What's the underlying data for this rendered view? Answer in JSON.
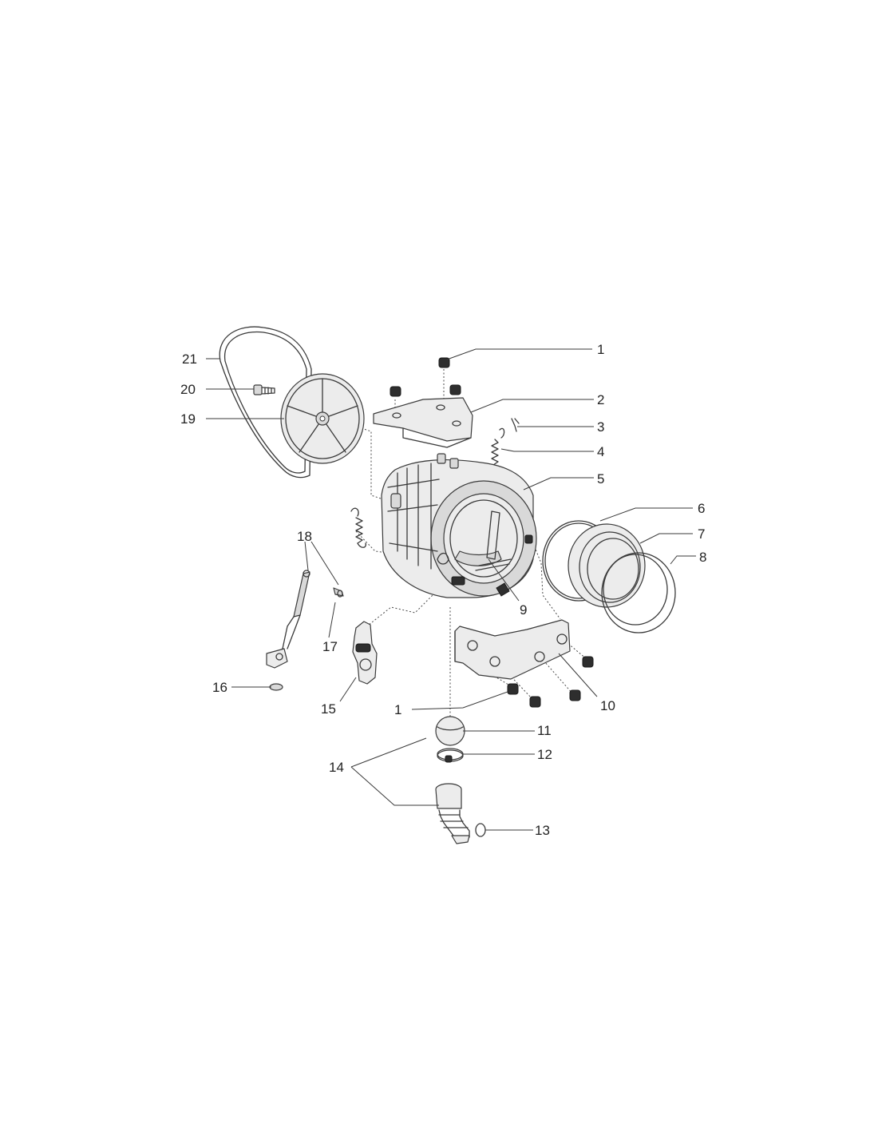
{
  "callouts": [
    {
      "id": "c1a",
      "text": "1"
    },
    {
      "id": "c2",
      "text": "2"
    },
    {
      "id": "c3",
      "text": "3"
    },
    {
      "id": "c4",
      "text": "4"
    },
    {
      "id": "c5",
      "text": "5"
    },
    {
      "id": "c6",
      "text": "6"
    },
    {
      "id": "c7",
      "text": "7"
    },
    {
      "id": "c8",
      "text": "8"
    },
    {
      "id": "c9",
      "text": "9"
    },
    {
      "id": "c10",
      "text": "10"
    },
    {
      "id": "c1b",
      "text": "1"
    },
    {
      "id": "c11",
      "text": "11"
    },
    {
      "id": "c12",
      "text": "12"
    },
    {
      "id": "c13",
      "text": "13"
    },
    {
      "id": "c14",
      "text": "14"
    },
    {
      "id": "c15",
      "text": "15"
    },
    {
      "id": "c16",
      "text": "16"
    },
    {
      "id": "c17",
      "text": "17"
    },
    {
      "id": "c18",
      "text": "18"
    },
    {
      "id": "c19",
      "text": "19"
    },
    {
      "id": "c20",
      "text": "20"
    },
    {
      "id": "c21",
      "text": "21"
    }
  ]
}
